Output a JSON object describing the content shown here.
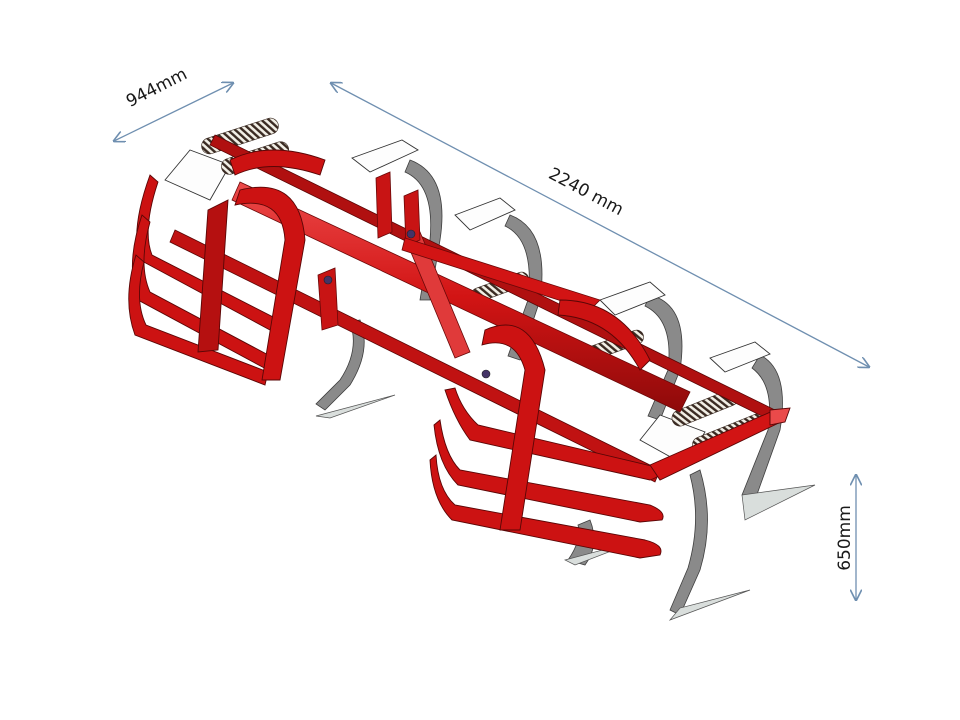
{
  "figure": {
    "subject": "Agricultural cultivator / subsoiler with crumbler cages, isometric CAD view",
    "colors": {
      "frame_red": "#d21414",
      "frame_red_dark": "#8e0a0a",
      "frame_red_light": "#ec4a4a",
      "tine_grey": "#8a8a8a",
      "tine_grey_dark": "#5c5c5c",
      "share_light": "#d9dedc",
      "spring_dark": "#3a2a22",
      "dimension_line": "#6f8fb0",
      "background": "#ffffff"
    }
  },
  "dimensions": {
    "width": {
      "label": "944mm",
      "value": 944,
      "unit": "mm"
    },
    "length": {
      "label": "2240 mm",
      "value": 2240,
      "unit": "mm"
    },
    "height": {
      "label": "650mm",
      "value": 650,
      "unit": "mm"
    }
  }
}
